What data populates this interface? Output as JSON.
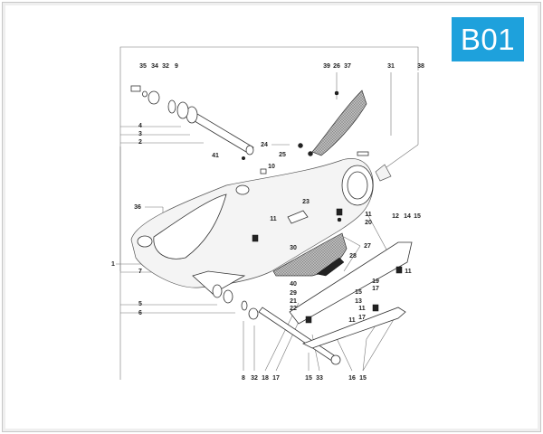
{
  "badge": {
    "text": "B01",
    "color": "#1ea1dc"
  },
  "diagram": {
    "callouts": [
      "35",
      "34",
      "32",
      "9",
      "39",
      "26",
      "37",
      "31",
      "38",
      "4",
      "3",
      "2",
      "24",
      "25",
      "41",
      "10",
      "36",
      "23",
      "11",
      "11",
      "20",
      "12",
      "14",
      "15",
      "30",
      "27",
      "28",
      "1",
      "7",
      "11",
      "40",
      "29",
      "15",
      "19",
      "17",
      "13",
      "21",
      "22",
      "5",
      "6",
      "11",
      "17",
      "11",
      "8",
      "32",
      "18",
      "17",
      "15",
      "33",
      "16",
      "15"
    ]
  }
}
